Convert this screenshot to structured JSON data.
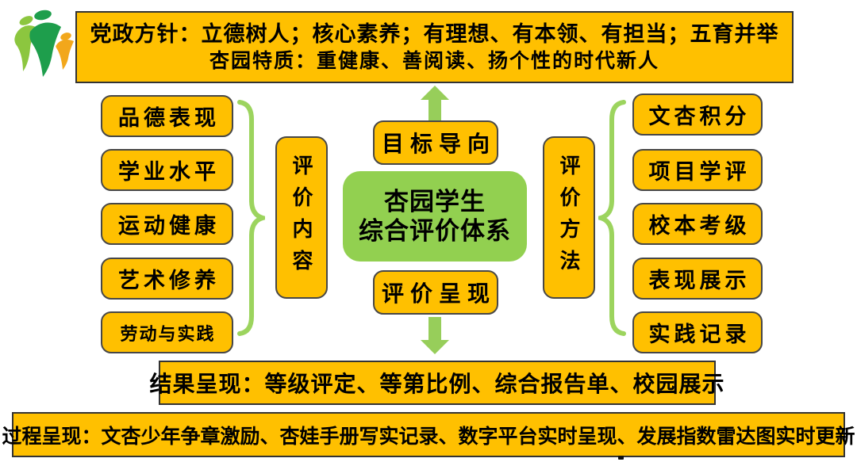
{
  "colors": {
    "box_yellow": "#FFC000",
    "center_green": "#92D050",
    "accent_green": "#97CE5A",
    "logo_light_green": "#8CC63F",
    "logo_dark_green": "#1E9E4C",
    "logo_orange": "#F2A71B",
    "border_dark": "#474747",
    "text": "#000000"
  },
  "icons": {
    "logo": "school-figures-logo",
    "up_arrow": "arrow-up",
    "down_arrow": "arrow-down",
    "left_brace": "curly-brace-pointing-right",
    "right_brace": "curly-brace-pointing-left"
  },
  "top_banner": {
    "line1": "党政方针：立德树人；核心素养；有理想、有本领、有担当；五育并举",
    "line2": "杏园特质：重健康、善阅读、扬个性的时代新人"
  },
  "left_group": {
    "label": "评价内容",
    "items": [
      "品德表现",
      "学业水平",
      "运动健康",
      "艺术修养",
      "劳动与实践"
    ]
  },
  "center": {
    "top_box_label": "目标导向",
    "title_line1": "杏园学生",
    "title_line2": "综合评价体系",
    "bottom_box_label": "评价呈现"
  },
  "right_group": {
    "label": "评价方法",
    "items": [
      "文杏积分",
      "项目学评",
      "校本考级",
      "表现展示",
      "实践记录"
    ]
  },
  "banners": {
    "result": "结果呈现：等级评定、等第比例、综合报告单、校园展示",
    "process": "过程呈现：文杏少年争章激励、杏娃手册写实记录、数字平台实时呈现、发展指数雷达图实时更新"
  }
}
